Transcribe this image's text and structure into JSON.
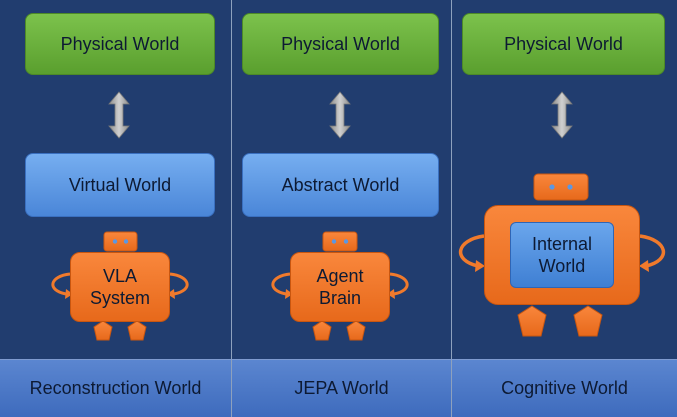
{
  "columns": [
    {
      "top_label": "Physical World",
      "middle_label": "Virtual World",
      "robot_label_line1": "VLA",
      "robot_label_line2": "System",
      "footer_label": "Reconstruction World"
    },
    {
      "top_label": "Physical World",
      "middle_label": "Abstract World",
      "robot_label_line1": "Agent",
      "robot_label_line2": "Brain",
      "footer_label": "JEPA World"
    },
    {
      "top_label": "Physical World",
      "robot_label_line1": "Internal",
      "robot_label_line2": "World",
      "footer_label": "Cognitive World"
    }
  ],
  "colors": {
    "background": "#213d6f",
    "physical_world": "#6bb33d",
    "world_box": "#5b97e3",
    "robot": "#f07a2c",
    "arrow": "#a6a6a6"
  }
}
